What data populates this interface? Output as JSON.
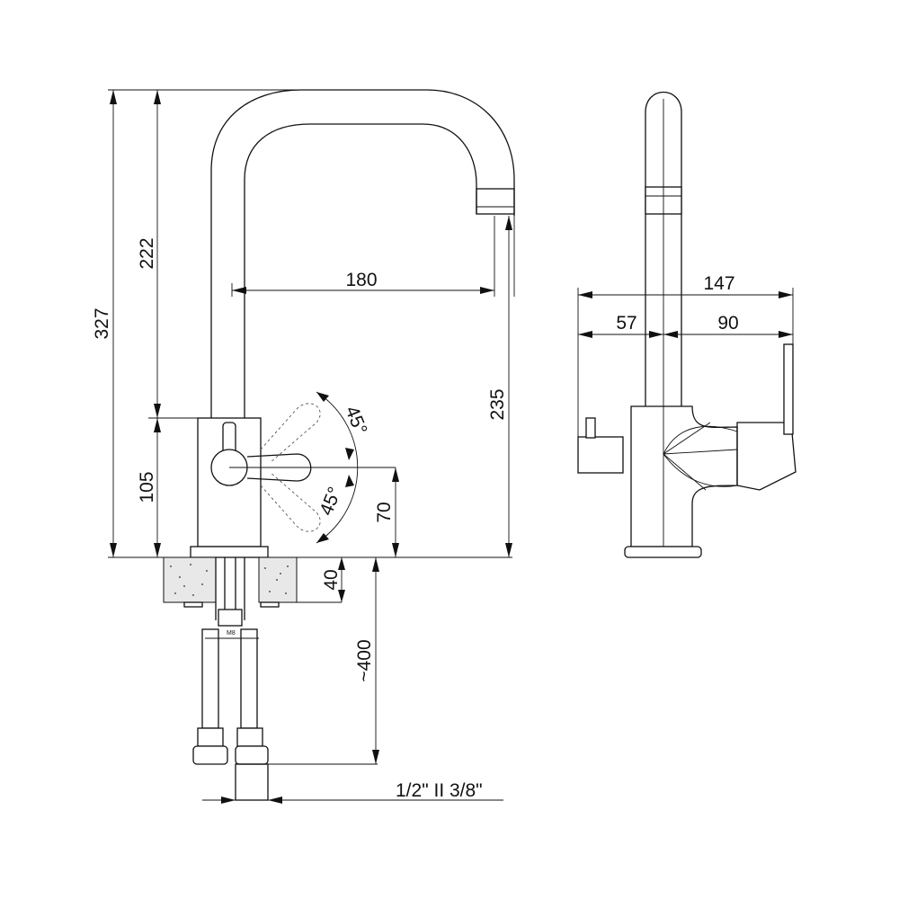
{
  "drawing": {
    "colors": {
      "line": "#111111",
      "background": "#ffffff",
      "stone": "#e8e8e8"
    },
    "front_view": {
      "dimensions": {
        "total_height": "327",
        "spout_height": "222",
        "spout_reach": "180",
        "outlet_height": "235",
        "body_height": "105",
        "lever_height": "70",
        "lever_angle_up": "45°",
        "lever_angle_down": "45°",
        "max_deck_thickness": "40",
        "hose_length": "~400",
        "thread_label": "M8",
        "connection_size": "1/2\" II 3/8\""
      }
    },
    "side_view": {
      "dimensions": {
        "total_depth": "147",
        "front_depth": "57",
        "rear_depth": "90"
      }
    }
  }
}
